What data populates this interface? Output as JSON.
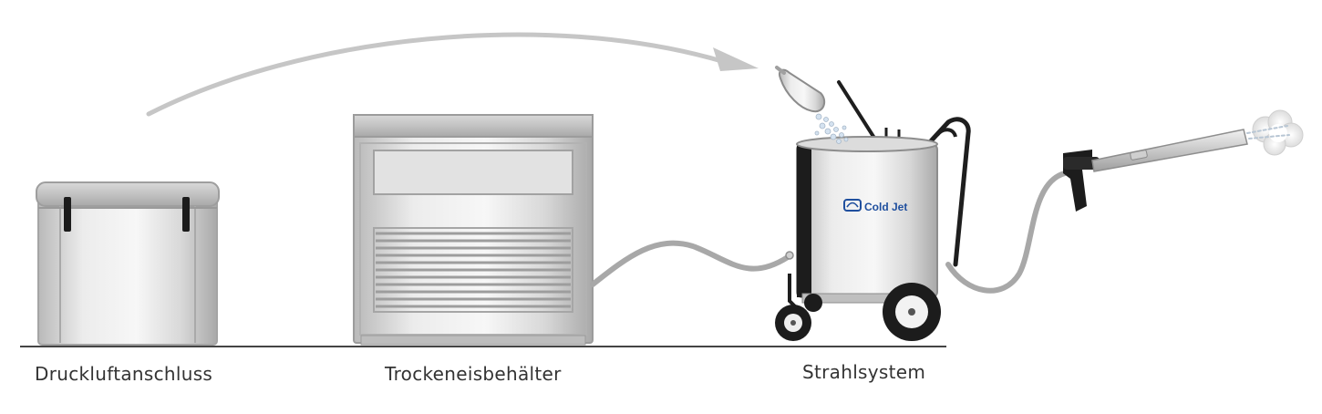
{
  "labels": {
    "compressed_air": "Druckluftanschluss",
    "dry_ice_container": "Trockeneisbehälter",
    "blast_system": "Strahlsystem"
  },
  "brand": {
    "logo_text": "Cold Jet",
    "logo_color": "#1f4f9e"
  },
  "colors": {
    "steel_light": "#e6e6e6",
    "steel_mid": "#c4c4c4",
    "steel_dark": "#8f8f8f",
    "hose": "#a8a8a8",
    "arrow": "#c6c6c6",
    "floor": "#444444"
  }
}
